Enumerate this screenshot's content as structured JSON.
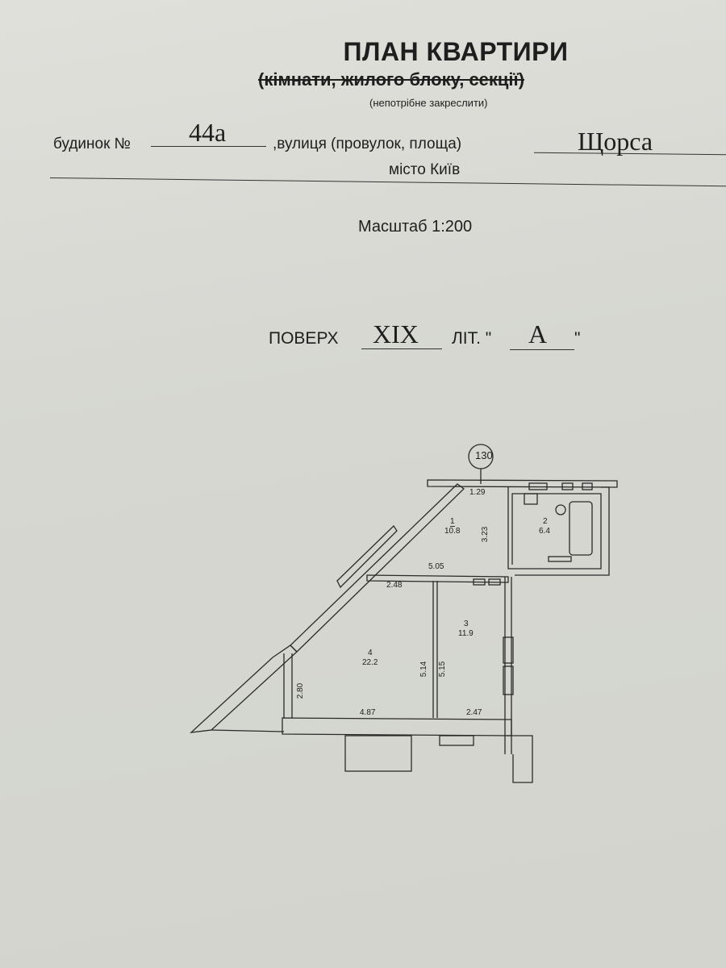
{
  "header": {
    "title": "ПЛАН КВАРТИРИ",
    "subtitle_struck": "(кімнати, жилого блоку, секції)",
    "note": "(непотрібне закреслити)"
  },
  "address": {
    "house_label": "будинок №",
    "house_number": "44а",
    "street_label": ",вулиця (провулок, площа)",
    "street": "Щорса",
    "city": "місто Київ"
  },
  "scale": "Масштаб 1:200",
  "floor": {
    "label": "ПОВЕРХ",
    "value": "XIX",
    "lit_label": "ЛІТ. \"",
    "lit_value": "А",
    "lit_close": "\""
  },
  "plan": {
    "apartment_number": "130",
    "rooms": [
      {
        "number": "1",
        "area": "10.8"
      },
      {
        "number": "2",
        "area": "6.4"
      },
      {
        "number": "3",
        "area": "11.9"
      },
      {
        "number": "4",
        "area": "22.2"
      }
    ],
    "dimensions": [
      "1.29",
      "3.23",
      "5.05",
      "2.48",
      "5.14",
      "5.15",
      "2.80",
      "4.87",
      "2.47"
    ]
  }
}
